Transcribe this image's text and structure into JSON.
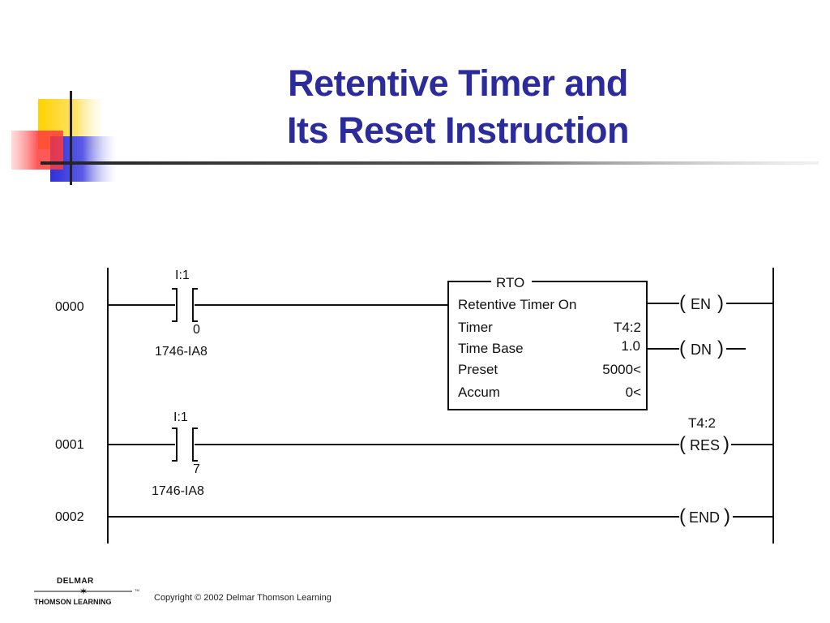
{
  "slide": {
    "title_line1": "Retentive Timer and",
    "title_line2": "Its Reset Instruction",
    "colors": {
      "title": "#2b2b9c",
      "accent_yellow": "#ffd200",
      "accent_red": "#ff3b3b",
      "accent_blue": "#3c3cdc"
    }
  },
  "ladder": {
    "rungs": [
      {
        "number": "0000",
        "contact": {
          "file": "I:1",
          "bit": "0",
          "module": "1746-IA8",
          "type": "XIC"
        },
        "instruction": {
          "name": "RTO",
          "description": "Retentive Timer On",
          "fields": [
            {
              "label": "Timer",
              "value": "T4:2"
            },
            {
              "label": "Time Base",
              "value": "1.0"
            },
            {
              "label": "Preset",
              "value": "5000<"
            },
            {
              "label": "Accum",
              "value": "0<"
            }
          ],
          "outputs": [
            "EN",
            "DN"
          ]
        }
      },
      {
        "number": "0001",
        "contact": {
          "file": "I:1",
          "bit": "7",
          "module": "1746-IA8",
          "type": "XIC"
        },
        "output": {
          "address": "T4:2",
          "label": "RES"
        }
      },
      {
        "number": "0002",
        "output": {
          "label": "END"
        }
      }
    ]
  },
  "footer": {
    "logo_top": "DELMAR",
    "logo_bottom": "THOMSON LEARNING",
    "logo_tm": "TM",
    "copyright": "Copyright © 2002 Delmar Thomson Learning"
  }
}
